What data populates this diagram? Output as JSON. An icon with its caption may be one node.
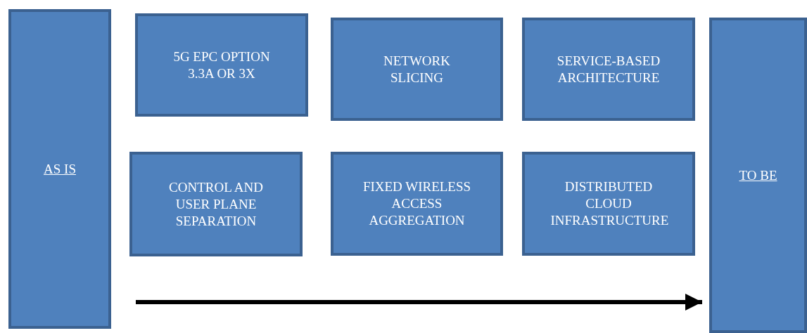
{
  "diagram": {
    "nodes": [
      {
        "text": [
          "AS IS"
        ]
      },
      {
        "text": [
          "5G EPC OPTION 3.3A OR 3X"
        ]
      },
      {
        "text": [
          "NETWORK SLICING"
        ]
      },
      {
        "text": [
          "SERVICE-BASED ARCHITECTURE"
        ]
      },
      {
        "text": [
          "CONTROL AND USER PLANE SEPARATION"
        ]
      },
      {
        "text": [
          "FIXED WIRELESS ACCESS AGGREGATION"
        ]
      },
      {
        "text": [
          "DISTRIBUTED CLOUD INFRASTRUCTURE"
        ]
      },
      {
        "text": [
          "TO BE"
        ]
      }
    ],
    "edges": [
      {
        "from": null,
        "to": 7,
        "arrow": "to"
      }
    ]
  }
}
